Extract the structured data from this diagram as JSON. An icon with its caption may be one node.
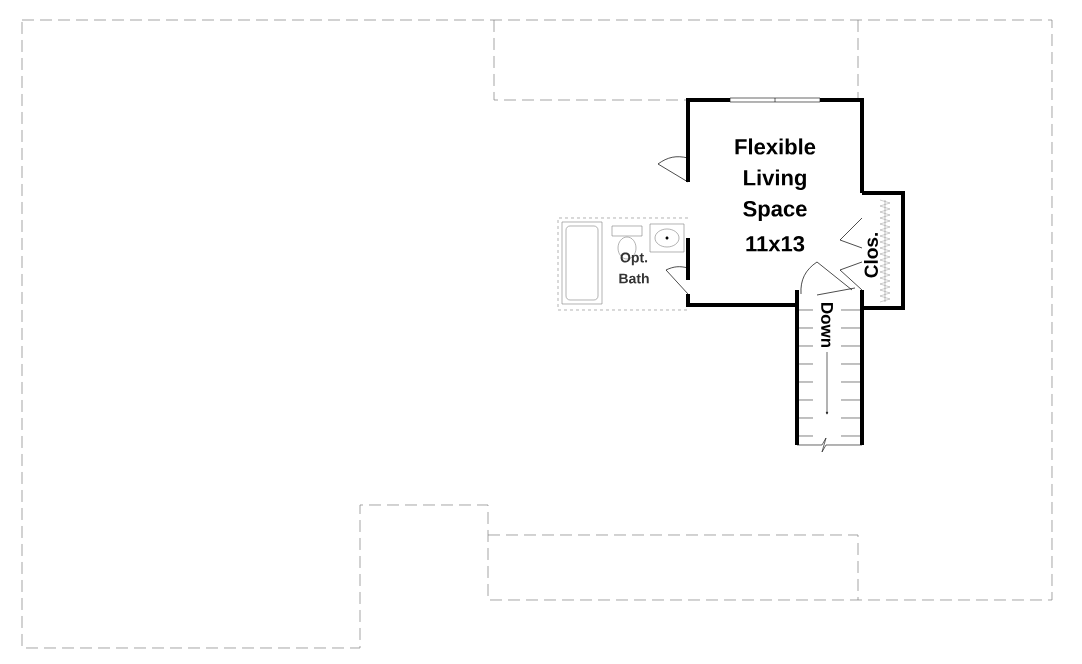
{
  "diagram": {
    "nodes": [
      {
        "text": [
          "Flexible Living Space",
          "11x13"
        ]
      },
      {
        "text": [
          "Opt. Bath"
        ]
      },
      {
        "text": [
          "Clos."
        ]
      },
      {
        "text": [
          "Down"
        ]
      }
    ]
  }
}
